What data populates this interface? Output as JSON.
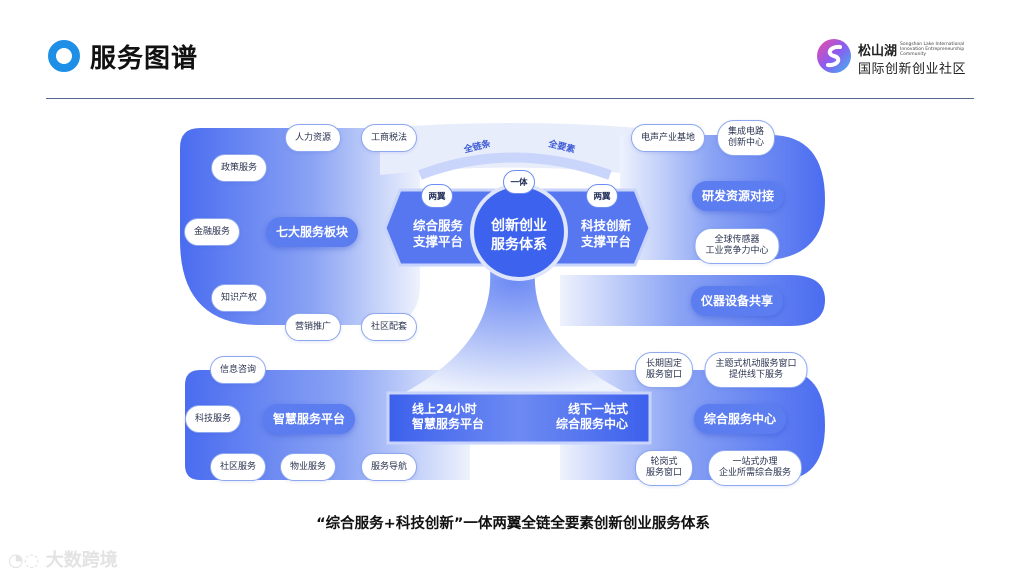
{
  "header": {
    "title": "服务图谱",
    "logo_cn_line1": "松山湖",
    "logo_en_line1": "Songshan Lake International",
    "logo_en_line2": "Innovation Entrepreneurship Community",
    "logo_cn_line2": "国际创新创业社区"
  },
  "center": {
    "tag": "一体",
    "title": "创新创业\n服务体系"
  },
  "wings": {
    "left_tag": "两翼",
    "left_text": "综合服务\n支撑平台",
    "right_tag": "两翼",
    "right_text": "科技创新\n支撑平台"
  },
  "arc_labels": {
    "left": "全链条",
    "right": "全要素"
  },
  "groups": {
    "seven_blocks": {
      "label": "七大服务板块",
      "items": [
        "人力资源",
        "工商税法",
        "政策服务",
        "金融服务",
        "知识产权",
        "营销推广",
        "社区配套"
      ]
    },
    "smart_platform": {
      "label": "智慧服务平台",
      "items": [
        "信息咨询",
        "科技服务",
        "社区服务",
        "物业服务",
        "服务导航"
      ]
    },
    "rd_docking": {
      "label": "研发资源对接",
      "items": [
        "电声产业基地",
        "集成电路\n创新中心",
        "全球传感器\n工业竞争力中心"
      ]
    },
    "instrument_sharing": {
      "label": "仪器设备共享"
    },
    "service_center": {
      "label": "综合服务中心",
      "items": [
        "长期固定\n服务窗口",
        "主题式机动服务窗口\n提供线下服务",
        "轮岗式\n服务窗口",
        "一站式办理\n企业所需综合服务"
      ]
    }
  },
  "bottom_box": {
    "left": "线上24小时\n智慧服务平台",
    "right": "线下一站式\n综合服务中心"
  },
  "caption": "“综合服务+科技创新”一体两翼全链全要素创新创业服务体系",
  "watermark": "大数跨境",
  "colors": {
    "primary": "#4e6ff0",
    "light": "#dfe6fc",
    "pill_border": "#8ea8f0",
    "accent": "#1e8fe6"
  }
}
